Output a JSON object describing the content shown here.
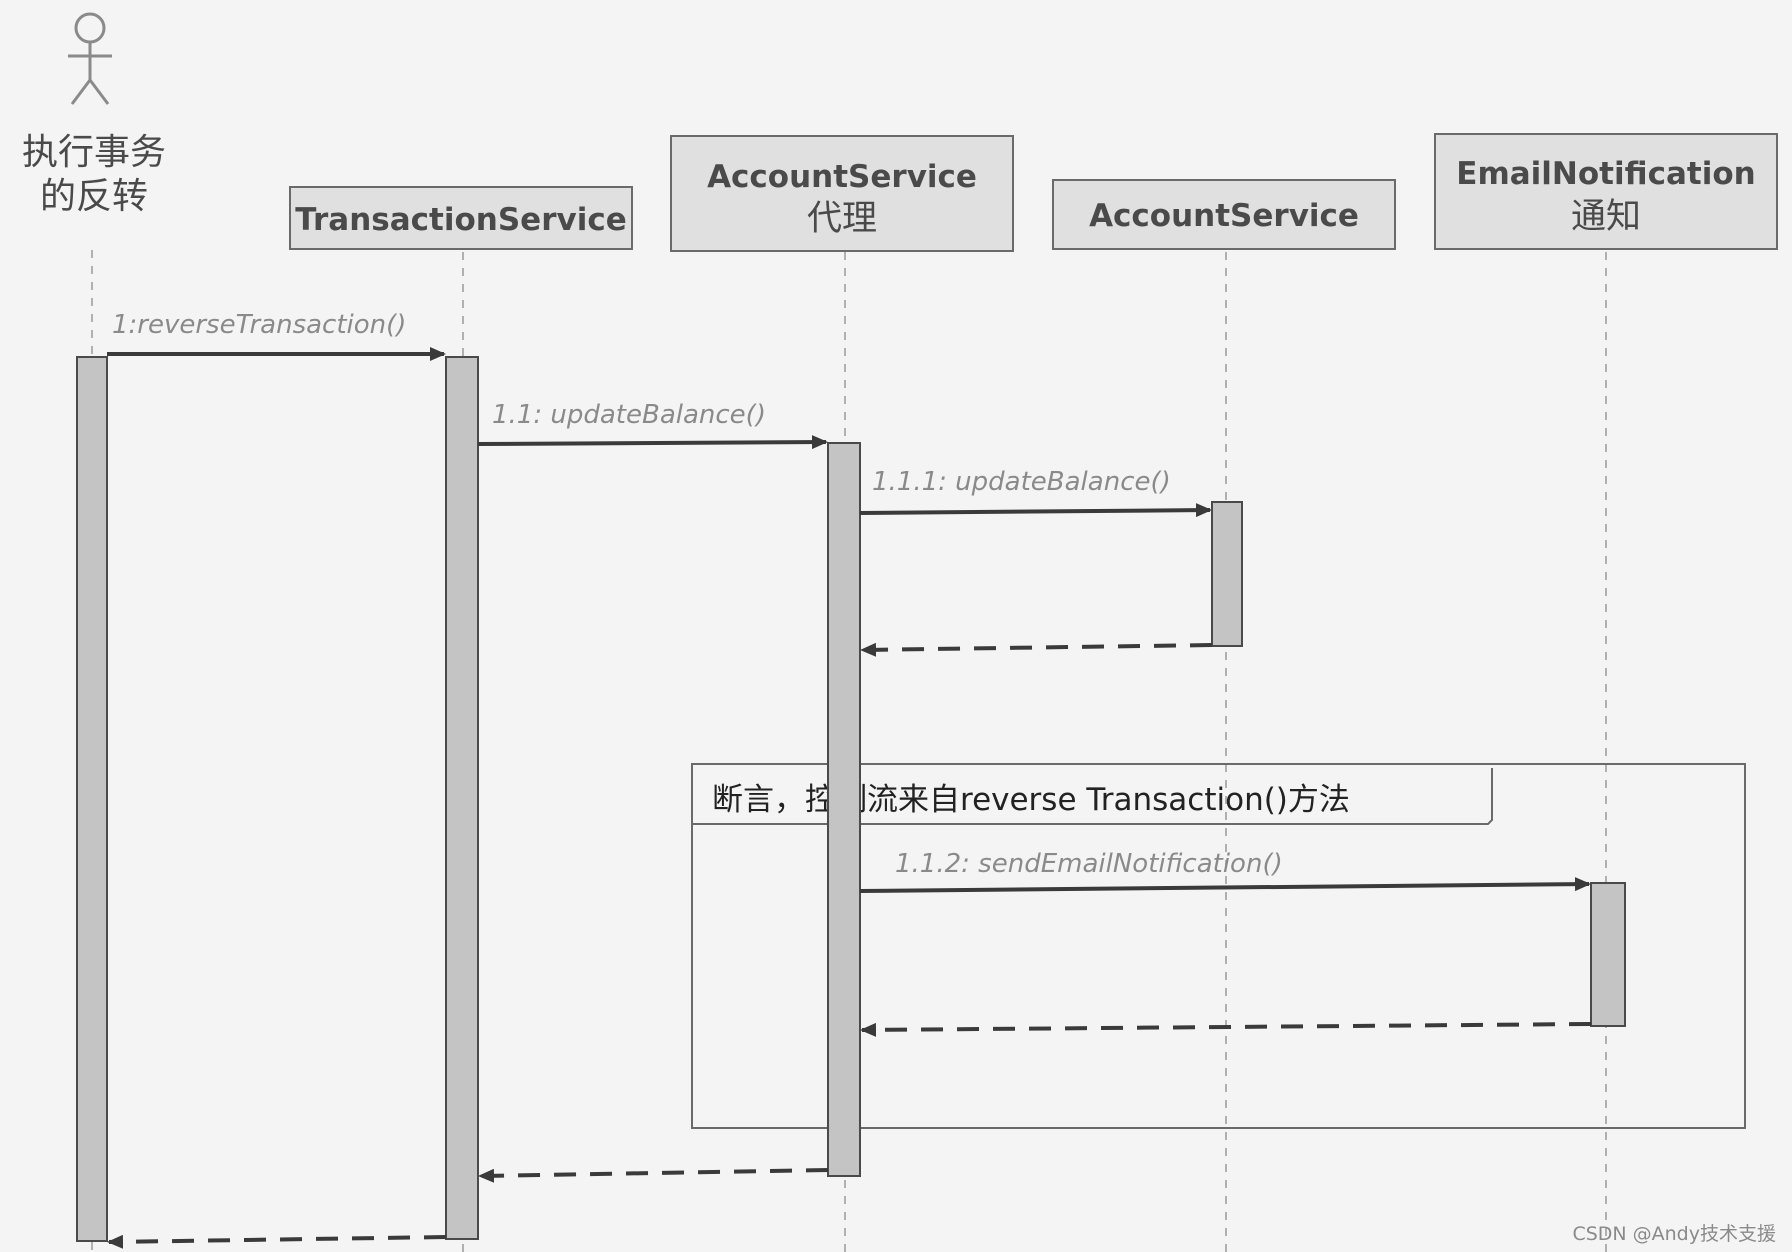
{
  "actor": {
    "line1": "执行事务",
    "line2": "的反转"
  },
  "participants": [
    {
      "line1": "TransactionService",
      "line2": ""
    },
    {
      "line1": "AccountService",
      "line2": "代理"
    },
    {
      "line1": "AccountService",
      "line2": ""
    },
    {
      "line1": "EmailNotification",
      "line2": "通知"
    }
  ],
  "messages": [
    {
      "label": "1:reverseTransaction()"
    },
    {
      "label": "1.1: updateBalance()"
    },
    {
      "label": "1.1.1: updateBalance()"
    },
    {
      "label": "1.1.2: sendEmailNotification()"
    }
  ],
  "frame": {
    "label": "断言，控制流来自reverse Transaction()方法"
  },
  "watermark": "CSDN @Andy技术支援",
  "colors": {
    "background": "#f4f4f4",
    "box_fill": "#e0e0e0",
    "box_stroke": "#6a6a6a",
    "activation_fill": "#c4c4c4",
    "arrow": "#3a3a3a",
    "lifeline": "#b0b0b0"
  }
}
